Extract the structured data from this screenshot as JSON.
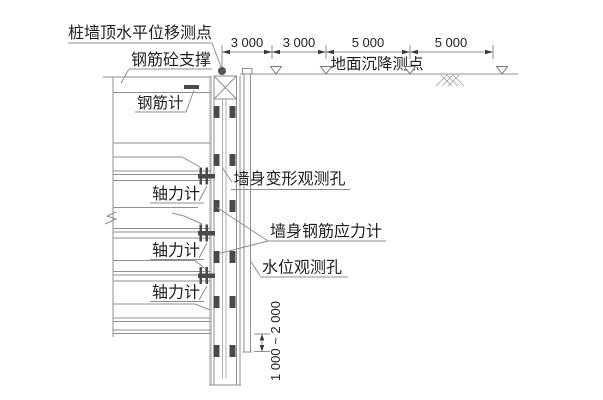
{
  "diagram": {
    "kind": "excavation-monitoring-cross-section",
    "labels": {
      "pile_wall_top_displacement_point": "桩墙顶水平位移测点",
      "rc_support": "钢筋砼支撑",
      "rebar_gauge": "钢筋计",
      "axial_force_gauge": "轴力计",
      "wall_deformation_hole": "墙身变形观测孔",
      "wall_rebar_stress_gauge": "墙身钢筋应力计",
      "water_level_hole": "水位观测孔",
      "ground_settlement_point": "地面沉降测点"
    },
    "dimensions": {
      "top_segments_mm": [
        "3 000",
        "3 000",
        "5 000",
        "5 000"
      ],
      "pipe_depth_below_pit_mm": "1 000 ~ 2 000"
    },
    "colors": {
      "line": "#8f8f8f",
      "dark_element": "#4a4a4a",
      "text": "#1f1f1f",
      "background": "#ffffff"
    }
  }
}
